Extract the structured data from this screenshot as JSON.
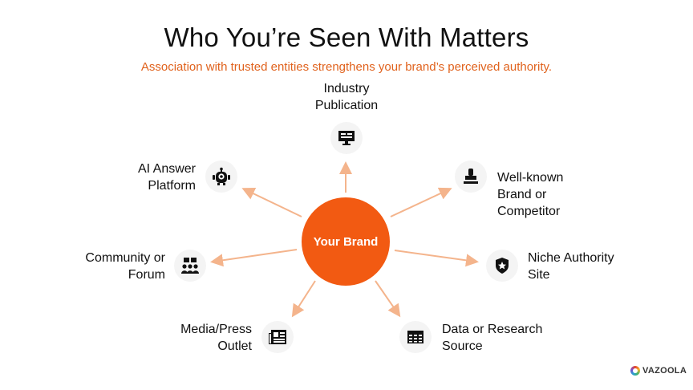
{
  "header": {
    "title": "Who You’re Seen With Matters",
    "subtitle": "Association with trusted entities strengthens your brand’s perceived authority."
  },
  "hub": {
    "label": "Your Brand"
  },
  "nodes": [
    {
      "lines": [
        "Industry",
        "Publication"
      ],
      "icon": "monitor-icon"
    },
    {
      "lines": [
        "Well-known",
        "Brand or",
        "Competitor"
      ],
      "icon": "stamp-icon"
    },
    {
      "lines": [
        "Niche Authority",
        "Site"
      ],
      "icon": "star-badge-icon"
    },
    {
      "lines": [
        "Data or Research",
        "Source"
      ],
      "icon": "table-icon"
    },
    {
      "lines": [
        "Media/Press",
        "Outlet"
      ],
      "icon": "newspaper-icon"
    },
    {
      "lines": [
        "Community or",
        "Forum"
      ],
      "icon": "community-icon"
    },
    {
      "lines": [
        "AI Answer",
        "Platform"
      ],
      "icon": "robot-icon"
    }
  ],
  "brand": {
    "name": "VAZOOLA",
    "icon": "vazoola-logo-icon"
  },
  "colors": {
    "accent": "#f25a12",
    "arrow": "#f4b48c",
    "subtitle": "#e0621d"
  }
}
